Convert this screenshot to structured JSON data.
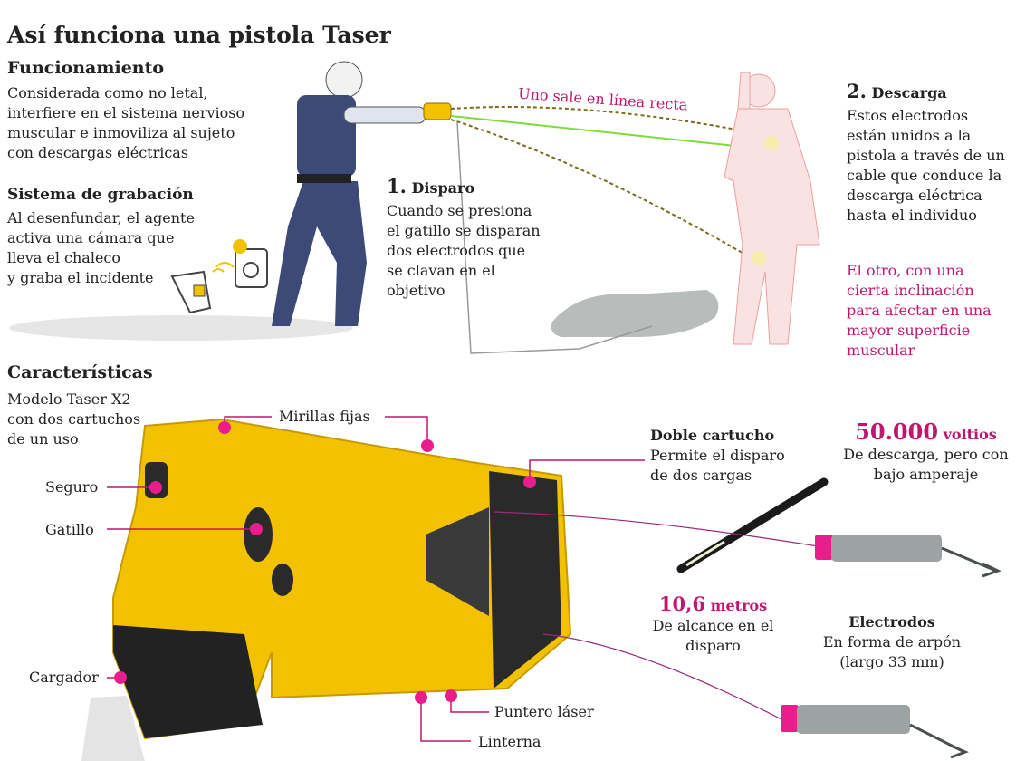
{
  "title": "Así funciona una pistola Taser",
  "funcionamiento": {
    "heading": "Funcionamiento",
    "text": [
      "Considerada como no letal,",
      "interfiere en el sistema nervioso",
      "muscular e inmoviliza al sujeto",
      "con descargas eléctricas"
    ]
  },
  "grabacion": {
    "heading": "Sistema de grabación",
    "text": [
      "Al desenfundar, el agente",
      "activa una cámara que",
      "lleva el chaleco",
      "y graba el incidente"
    ]
  },
  "disparo": {
    "number": "1.",
    "heading": "Disparo",
    "text": [
      "Cuando se presiona",
      "el gatillo se disparan",
      "dos electrodos que",
      "se clavan en el",
      "objetivo"
    ]
  },
  "linea_recta": "Uno sale en línea recta",
  "descarga": {
    "number": "2.",
    "heading": "Descarga",
    "text": [
      "Estos electrodos",
      "están unidos a la",
      "pistola a través de un",
      "cable que conduce la",
      "descarga eléctrica",
      "hasta el individuo"
    ]
  },
  "otro": [
    "El otro, con una",
    "cierta inclinación",
    "para afectar en una",
    "mayor superficie",
    "muscular"
  ],
  "caracteristicas": {
    "heading": "Características",
    "text": [
      "Modelo Taser X2",
      "con dos cartuchos",
      "de un uso"
    ]
  },
  "labels": {
    "mirillas": "Mirillas fijas",
    "seguro": "Seguro",
    "gatillo": "Gatillo",
    "cargador": "Cargador",
    "puntero": "Puntero láser",
    "linterna": "Linterna"
  },
  "doble_cartucho": {
    "heading": "Doble cartucho",
    "text": [
      "Permite el disparo",
      "de dos cargas"
    ]
  },
  "voltios": {
    "value": "50.000",
    "unit": "voltios",
    "text": [
      "De descarga, pero con",
      "bajo amperaje"
    ]
  },
  "metros": {
    "value": "10,6",
    "unit": "metros",
    "text": [
      "De alcance en el",
      "disparo"
    ]
  },
  "electrodos": {
    "heading": "Electrodos",
    "text": [
      "En forma de arpón",
      "(largo 33 mm)"
    ]
  },
  "colors": {
    "accent": "#c0166e",
    "taser": "#f2c200",
    "laser": "#7ddc3a"
  }
}
